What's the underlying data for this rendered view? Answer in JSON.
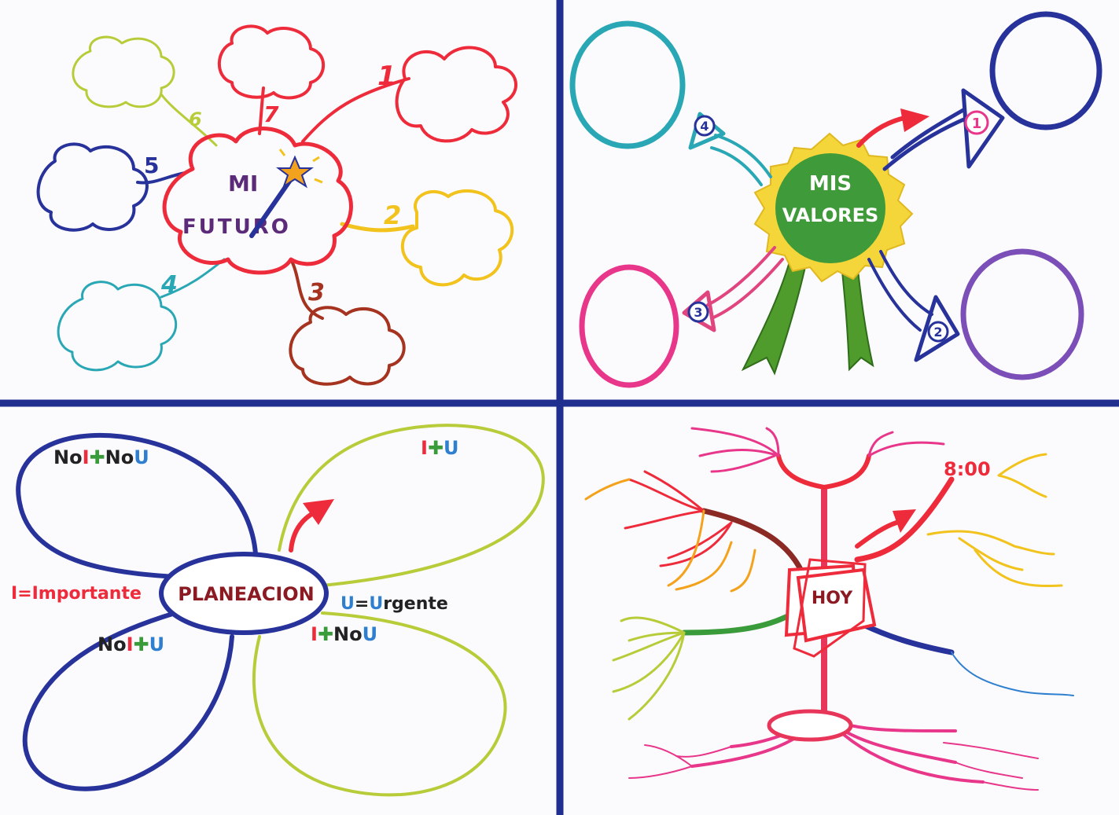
{
  "colors": {
    "divider": "#1f2e8f",
    "red": "#ee2b3b",
    "blue": "#27329a",
    "teal": "#2aa7b5",
    "yellow": "#f2c21d",
    "orange": "#f4a21c",
    "brown": "#a5331f",
    "lime": "#b8cc3a",
    "green": "#3a9b3a",
    "pink": "#e8368a",
    "purple": "#7b4fb7",
    "magenta": "#e0457f"
  },
  "futuro": {
    "title_line1": "MI",
    "title_line2": "FUTURO",
    "branch_numbers": [
      "1",
      "2",
      "3",
      "4",
      "5",
      "6",
      "7"
    ]
  },
  "valores": {
    "title_line1": "MIS",
    "title_line2": "VALORES",
    "arrow_numbers": [
      "1",
      "2",
      "3",
      "4"
    ]
  },
  "planeacion": {
    "title": "PLANEACION",
    "quadrants": {
      "top_left": {
        "a": "No",
        "b": "I",
        "c": "✚",
        "d": "No",
        "e": "U"
      },
      "top_right": {
        "a": "I",
        "c": "✚",
        "e": "U"
      },
      "bottom_left": {
        "a": "No",
        "b": "I",
        "c": "✚",
        "e": "U"
      },
      "bottom_right": {
        "b": "I",
        "c": "✚",
        "d": "No",
        "e": "U"
      }
    },
    "legend_importante": {
      "letter": "I",
      "rest": "=Importante"
    },
    "legend_urgente": {
      "letter": "U",
      "eq": "=",
      "letter2": "U",
      "rest": "rgente"
    }
  },
  "hoy": {
    "title": "HOY",
    "time": "8:00"
  }
}
